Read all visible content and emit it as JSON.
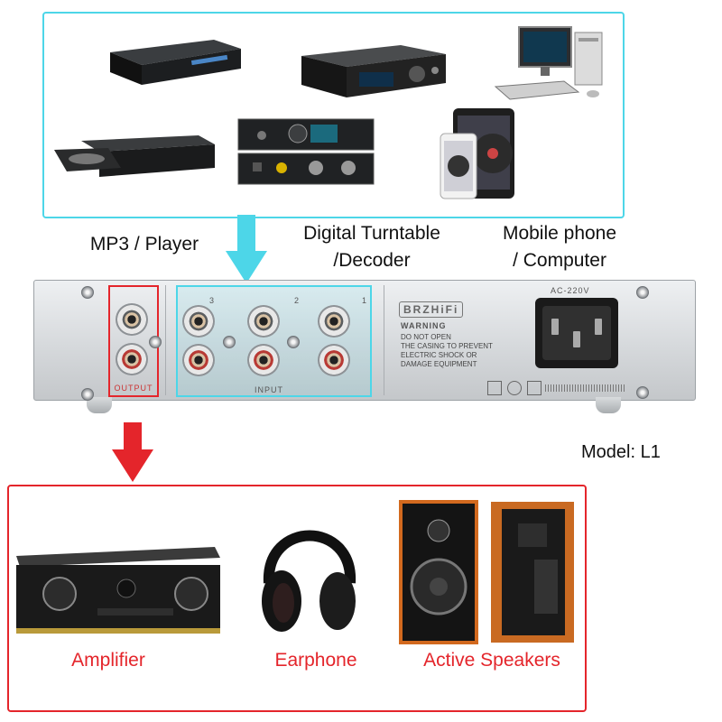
{
  "sources": {
    "labels": {
      "mp3_player": "MP3 / Player",
      "turntable": "Digital Turntable\n/Decoder",
      "mobile": "Mobile phone\n/ Computer"
    }
  },
  "device": {
    "brand": "BRZHiFi",
    "power_label": "AC-220V",
    "output_label": "OUTPUT",
    "input_label": "INPUT",
    "input_numbers": [
      "3",
      "2",
      "1"
    ],
    "warning_title": "WARNING",
    "warning_text": "DO NOT OPEN\nTHE CASING TO PREVENT\nELECTRIC SHOCK OR\nDAMAGE EQUIPMENT"
  },
  "model": "Model: L1",
  "outputs": {
    "labels": {
      "amplifier": "Amplifier",
      "earphone": "Earphone",
      "speakers": "Active Speakers"
    }
  },
  "colors": {
    "source_frame": "#4dd6e8",
    "output_frame": "#e4252b",
    "label_red": "#e4252b"
  }
}
